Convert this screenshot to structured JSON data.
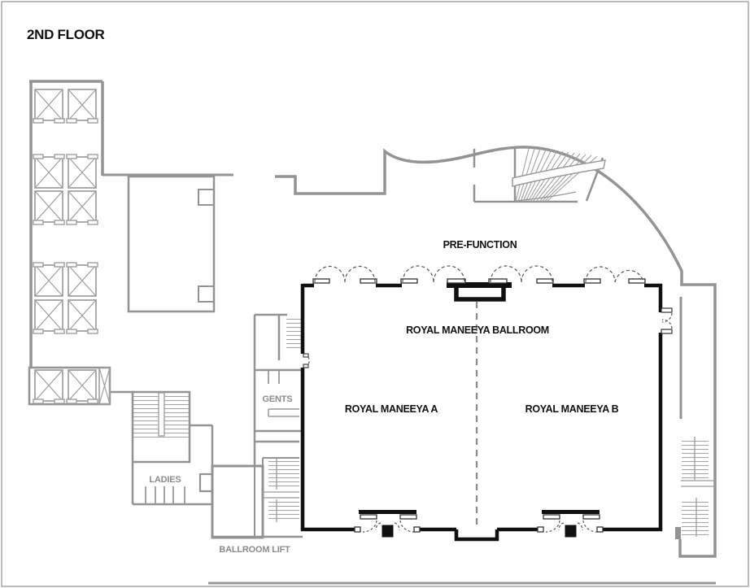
{
  "page": {
    "title": "2ND FLOOR"
  },
  "rooms": {
    "pre_function": {
      "label": "PRE-FUNCTION"
    },
    "ballroom": {
      "label": "ROYAL MANEEYA BALLROOM"
    },
    "ballroom_a": {
      "label": "ROYAL MANEEYA A"
    },
    "ballroom_b": {
      "label": "ROYAL MANEEYA B"
    },
    "gents": {
      "label": "GENTS"
    },
    "ladies": {
      "label": "LADIES"
    },
    "ballroom_lift": {
      "label": "BALLROOM LIFT"
    }
  },
  "colors": {
    "background": "#ffffff",
    "wall_gray": "#939393",
    "wall_black": "#101010",
    "label_black": "#111111",
    "label_gray": "#8b8b8b",
    "hatch_gray": "#a6a6a6"
  }
}
